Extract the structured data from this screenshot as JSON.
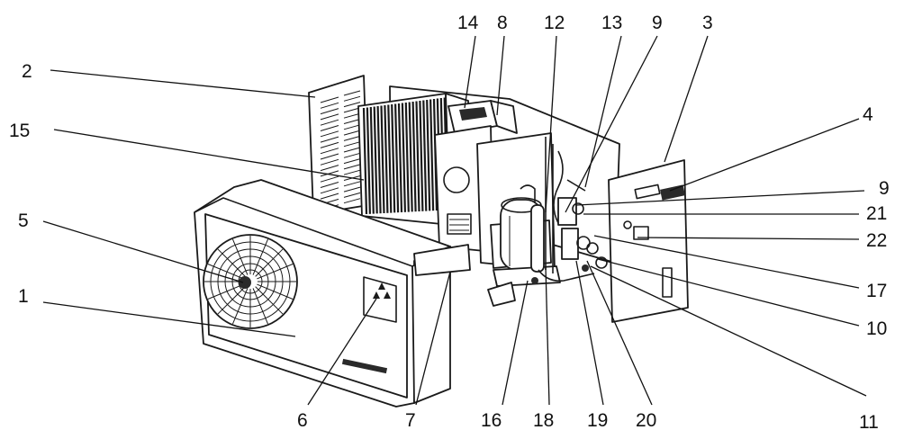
{
  "diagram": {
    "callouts": [
      {
        "id": "c1",
        "label": "1"
      },
      {
        "id": "c2",
        "label": "2"
      },
      {
        "id": "c3",
        "label": "3"
      },
      {
        "id": "c4",
        "label": "4"
      },
      {
        "id": "c5",
        "label": "5"
      },
      {
        "id": "c6",
        "label": "6"
      },
      {
        "id": "c7",
        "label": "7"
      },
      {
        "id": "c8",
        "label": "8"
      },
      {
        "id": "c9a",
        "label": "9"
      },
      {
        "id": "c9b",
        "label": "9"
      },
      {
        "id": "c10",
        "label": "10"
      },
      {
        "id": "c11",
        "label": "11"
      },
      {
        "id": "c12",
        "label": "12"
      },
      {
        "id": "c13",
        "label": "13"
      },
      {
        "id": "c14",
        "label": "14"
      },
      {
        "id": "c15",
        "label": "15"
      },
      {
        "id": "c16",
        "label": "16"
      },
      {
        "id": "c17",
        "label": "17"
      },
      {
        "id": "c18",
        "label": "18"
      },
      {
        "id": "c19",
        "label": "19"
      },
      {
        "id": "c20",
        "label": "20"
      },
      {
        "id": "c21",
        "label": "21"
      },
      {
        "id": "c22",
        "label": "22"
      }
    ]
  }
}
